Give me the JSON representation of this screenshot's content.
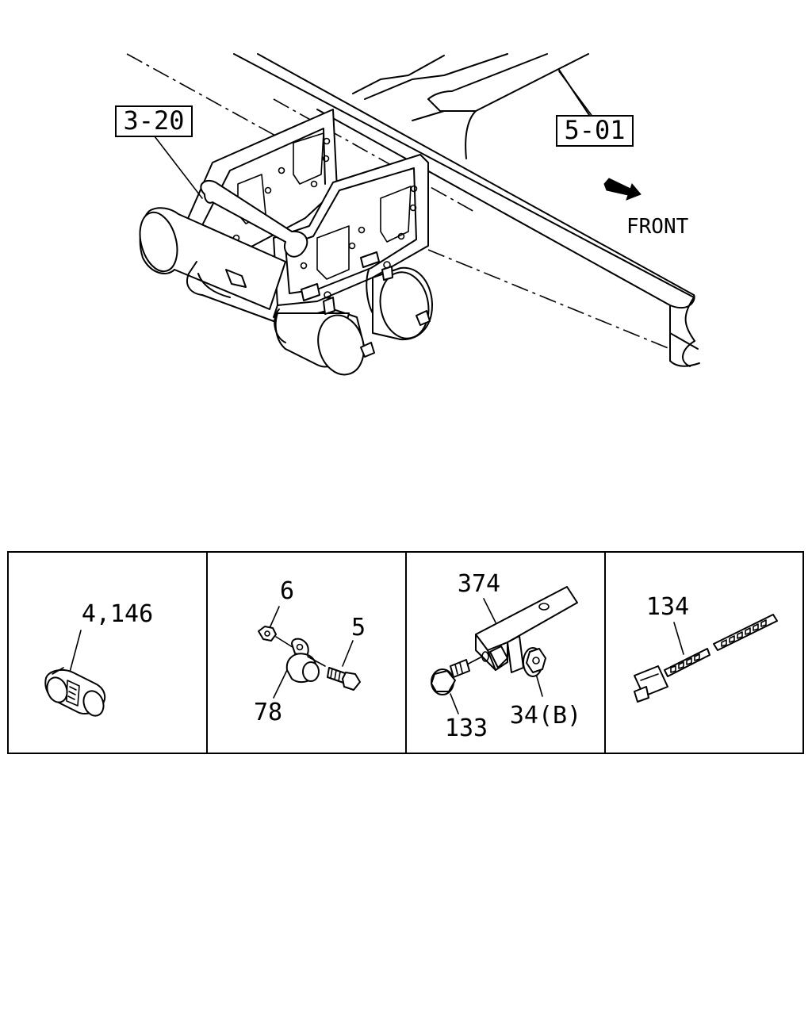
{
  "assembly": {
    "ref_frame_label": "3-20",
    "ref_chassis_label": "5-01",
    "front_label": "FRONT"
  },
  "parts_panels": [
    {
      "labels": [
        "4,146"
      ]
    },
    {
      "labels": [
        "6",
        "5",
        "78"
      ]
    },
    {
      "labels": [
        "374",
        "133",
        "34(B)"
      ]
    },
    {
      "labels": [
        "134"
      ]
    }
  ]
}
